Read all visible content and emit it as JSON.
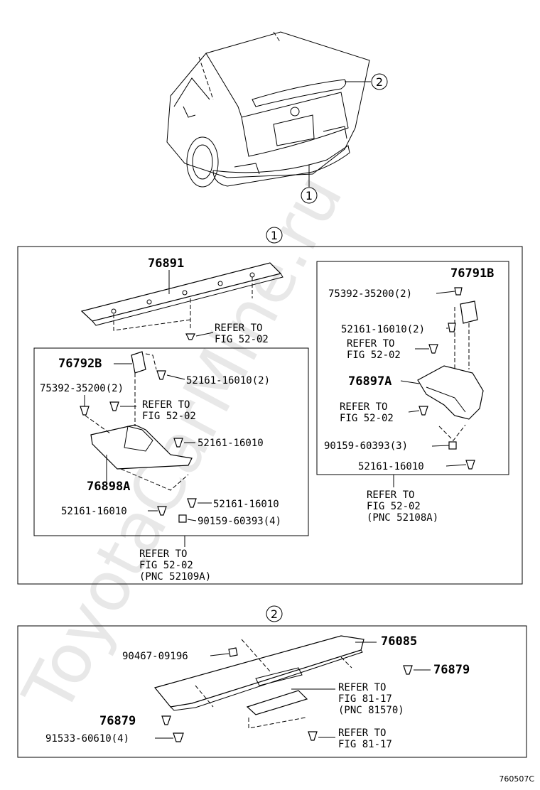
{
  "watermark": "ToyotaCarMine.ru",
  "figure_code": "760507C",
  "overview": {
    "callout_1": "1",
    "callout_2": "2"
  },
  "section_1": {
    "marker": "1",
    "labels": {
      "p76891": "76891",
      "ref_top_a": "REFER TO",
      "ref_top_b": "FIG 52-02",
      "p76792b": "76792B",
      "p52161_2": "52161-16010(2)",
      "p75392_l": "75392-35200(2)",
      "ref_mid_a": "REFER TO",
      "ref_mid_b": "FIG 52-02",
      "p52161_a": "52161-16010",
      "p76898a": "76898A",
      "p52161_b": "52161-16010",
      "p52161_c": "52161-16010",
      "p90159_4": "90159-60393(4)",
      "ref_bot_a": "REFER TO",
      "ref_bot_b": "FIG 52-02",
      "ref_bot_c": "(PNC 52109A)",
      "p76791b": "76791B",
      "p75392_r": "75392-35200(2)",
      "p52161_r2": "52161-16010(2)",
      "ref_r1_a": "REFER TO",
      "ref_r1_b": "FIG 52-02",
      "p76897a": "76897A",
      "ref_r2_a": "REFER TO",
      "ref_r2_b": "FIG 52-02",
      "p90159_3": "90159-60393(3)",
      "p52161_r": "52161-16010",
      "ref_r3_a": "REFER TO",
      "ref_r3_b": "FIG 52-02",
      "ref_r3_c": "(PNC 52108A)"
    }
  },
  "section_2": {
    "marker": "2",
    "labels": {
      "p90467": "90467-09196",
      "p76085": "76085",
      "p76879_r": "76879",
      "ref_a1": "REFER TO",
      "ref_a2": "FIG 81-17",
      "ref_a3": "(PNC 81570)",
      "p76879_l": "76879",
      "p91533": "91533-60610(4)",
      "ref_b1": "REFER TO",
      "ref_b2": "FIG 81-17"
    }
  }
}
